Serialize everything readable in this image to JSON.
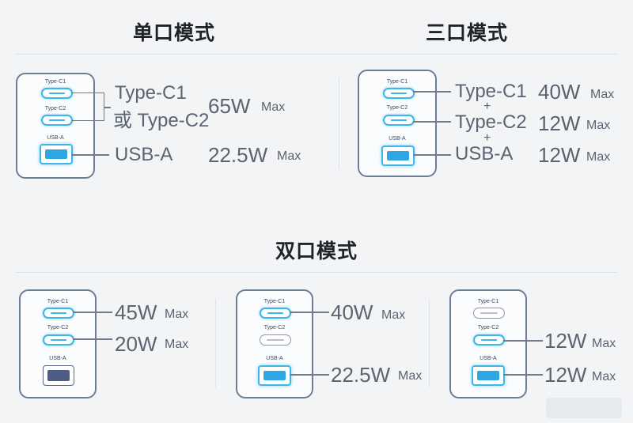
{
  "single_mode": {
    "title": "单口模式",
    "port_labels": {
      "c1": "Type-C1",
      "c2": "Type-C2",
      "a": "USB-A"
    },
    "rows": [
      {
        "label": "Type-C1",
        "power": "65W",
        "unit": "Max"
      },
      {
        "label": "或 Type-C2"
      },
      {
        "label": "USB-A",
        "power": "22.5W",
        "unit": "Max"
      }
    ]
  },
  "triple_mode": {
    "title": "三口模式",
    "port_labels": {
      "c1": "Type-C1",
      "c2": "Type-C2",
      "a": "USB-A"
    },
    "plus": "+",
    "rows": [
      {
        "label": "Type-C1",
        "power": "40W",
        "unit": "Max"
      },
      {
        "label": "Type-C2",
        "power": "12W",
        "unit": "Max"
      },
      {
        "label": "USB-A",
        "power": "12W",
        "unit": "Max"
      }
    ]
  },
  "dual_mode": {
    "title": "双口模式",
    "port_labels": {
      "c1": "Type-C1",
      "c2": "Type-C2",
      "a": "USB-A"
    },
    "configs": [
      {
        "rows": [
          {
            "power": "45W",
            "unit": "Max"
          },
          {
            "power": "20W",
            "unit": "Max"
          }
        ]
      },
      {
        "rows": [
          {
            "power": "40W",
            "unit": "Max"
          },
          {
            "power": "22.5W",
            "unit": "Max"
          }
        ]
      },
      {
        "rows": [
          {
            "power": "12W",
            "unit": "Max"
          },
          {
            "power": "12W",
            "unit": "Max"
          }
        ]
      }
    ]
  },
  "colors": {
    "active_port": "#3db6ea",
    "charger_outline": "#6b7d99",
    "text": "#5b6472",
    "title": "#1f2328"
  }
}
